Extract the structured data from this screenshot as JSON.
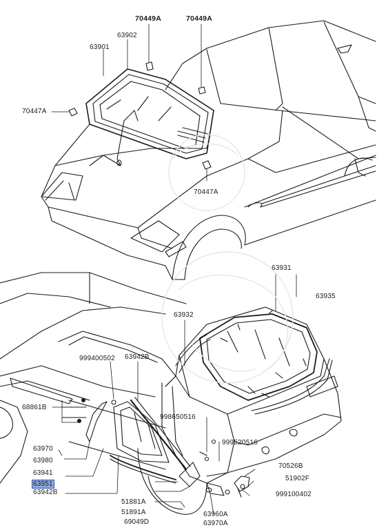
{
  "diagram": {
    "part_labels": {
      "p70449A_left": "70449A",
      "p70449A_right": "70449A",
      "p63902": "63902",
      "p63901": "63901",
      "p70447A_left": "70447A",
      "p70447A_right": "70447A",
      "p63931": "63931",
      "p63935": "63935",
      "p63932": "63932",
      "p999400502": "999400502",
      "p63942B_top": "63942B",
      "p68861B": "68861B",
      "p998650516": "998650516",
      "p999520516": "999520516",
      "p63970": "63970",
      "p63980": "63980",
      "p63941": "63941",
      "p63951": "63951",
      "p63942B_bottom": "63942B",
      "p70526B": "70526B",
      "p51902F": "51902F",
      "p999100402": "999100402",
      "p51881A": "51881A",
      "p51891A": "51891A",
      "p69049D": "69049D",
      "p63960A": "63960A",
      "p63970A": "63970A"
    },
    "highlighted_part": "63951",
    "highlight_color": "#8fa8dd",
    "line_color": "#1a1a1a"
  }
}
